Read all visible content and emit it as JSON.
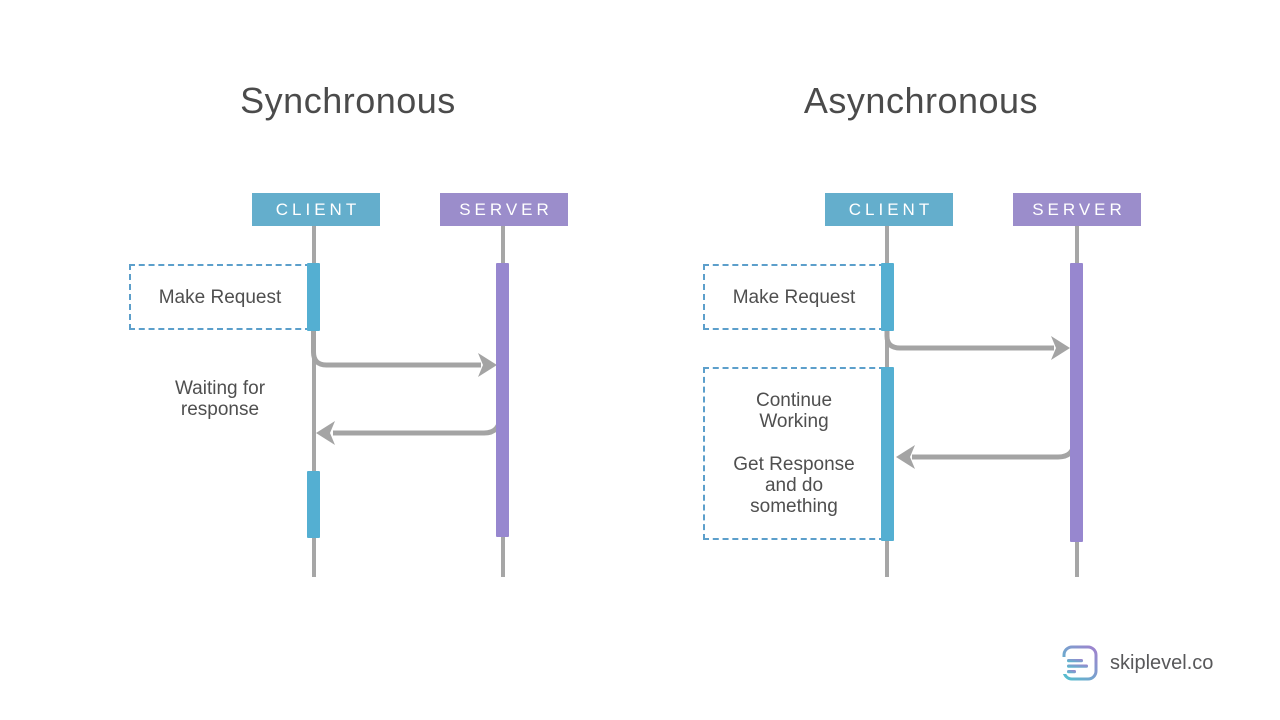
{
  "colors": {
    "client_header": "#64AECC",
    "client_activation": "#54AFD2",
    "server_header": "#9B8DCB",
    "server_activation": "#9787CF",
    "lifeline": "#A6A6A6",
    "arrow": "#A4A4A4",
    "dashed_border": "#5C9FCB",
    "title_text": "#4B4B4B",
    "body_text": "#4F4F4F",
    "brand_text": "#58585A",
    "logo_teal": "#53C0CE",
    "logo_purple": "#A081CE"
  },
  "sync": {
    "title": "Synchronous",
    "client_label": "CLIENT",
    "server_label": "SERVER",
    "request_box_label": "Make Request",
    "waiting_lines": [
      "Waiting for",
      "response"
    ]
  },
  "async": {
    "title": "Asynchronous",
    "client_label": "CLIENT",
    "server_label": "SERVER",
    "request_box_label": "Make Request",
    "work_box_paragraphs": [
      [
        "Continue",
        "Working"
      ],
      [
        "Get Response",
        "and do",
        "something"
      ]
    ]
  },
  "footer": {
    "brand": "skiplevel.co"
  }
}
